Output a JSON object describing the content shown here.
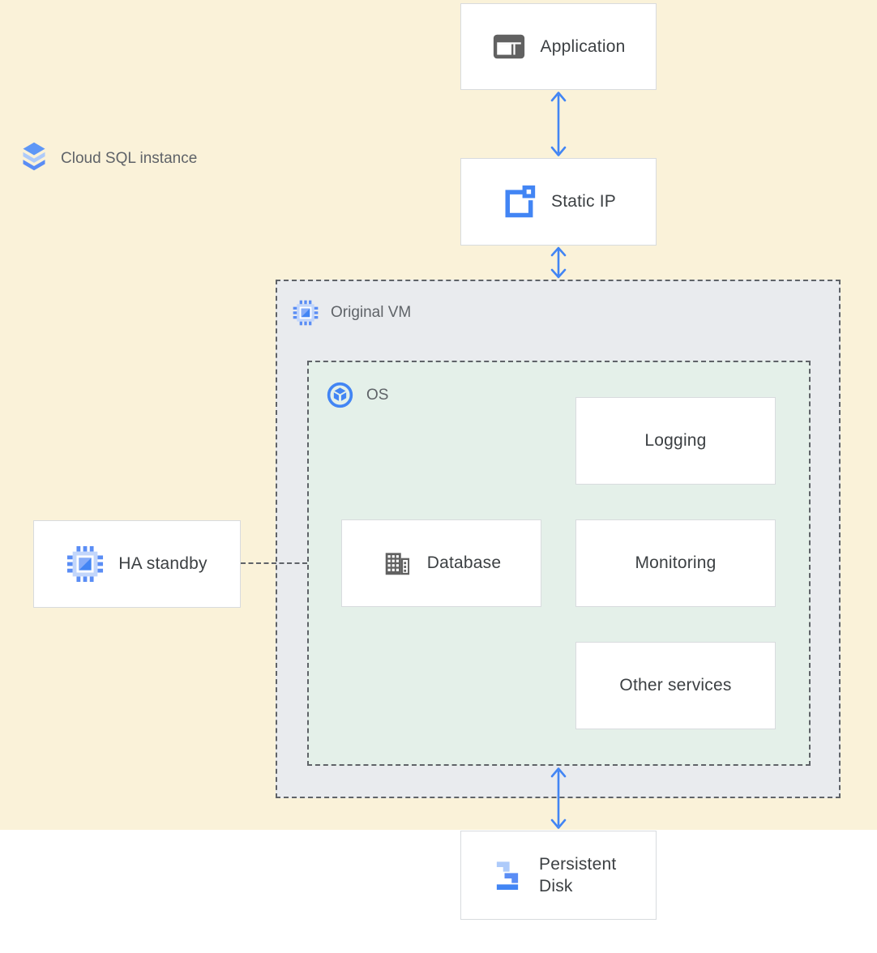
{
  "palette": {
    "canvas_white": "#ffffff",
    "zone_yellow": "#faf2d9",
    "zone_gray": "#e9ebee",
    "zone_green": "#e4f0e9",
    "node_bg": "#ffffff",
    "node_border": "#d8dbde",
    "dashed_border": "#5f6368",
    "arrow_blue": "#4285f4",
    "label_gray": "#5f6368",
    "text_dark": "#3c4043",
    "icon_gray": "#616161",
    "blue": "#4285f4",
    "blue_mid": "#5a8df5",
    "blue_light": "#aecbfa",
    "chip_body": "#c2d6fb",
    "chip_core": "#4285f4",
    "chip_tri": "#86acf8",
    "sql_top": "#5e97f6"
  },
  "zones": {
    "cloud_sql": {
      "label": "Cloud SQL instance",
      "icon": "cloud-sql-icon"
    },
    "original_vm": {
      "label": "Original VM",
      "icon": "compute-engine-chip-icon"
    },
    "os": {
      "label": "OS",
      "icon": "os-cube-icon"
    }
  },
  "nodes": {
    "application": {
      "label": "Application",
      "icon": "application-window-icon"
    },
    "static_ip": {
      "label": "Static IP",
      "icon": "static-ip-icon"
    },
    "ha_standby": {
      "label": "HA standby",
      "icon": "compute-engine-chip-icon"
    },
    "database": {
      "label": "Database",
      "icon": "database-building-icon"
    },
    "logging": {
      "label": "Logging"
    },
    "monitoring": {
      "label": "Monitoring"
    },
    "other_services": {
      "label": "Other services"
    },
    "persistent_disk": {
      "label": "Persistent Disk",
      "icon": "persistent-disk-icon"
    }
  },
  "connections": [
    {
      "from": "Application",
      "to": "Static IP",
      "type": "bidirectional-arrow"
    },
    {
      "from": "Static IP",
      "to": "Original VM",
      "type": "bidirectional-arrow"
    },
    {
      "from": "OS",
      "to": "Persistent Disk",
      "type": "bidirectional-arrow"
    },
    {
      "from": "HA standby",
      "to": "Original VM / OS",
      "type": "dashed-line"
    }
  ]
}
